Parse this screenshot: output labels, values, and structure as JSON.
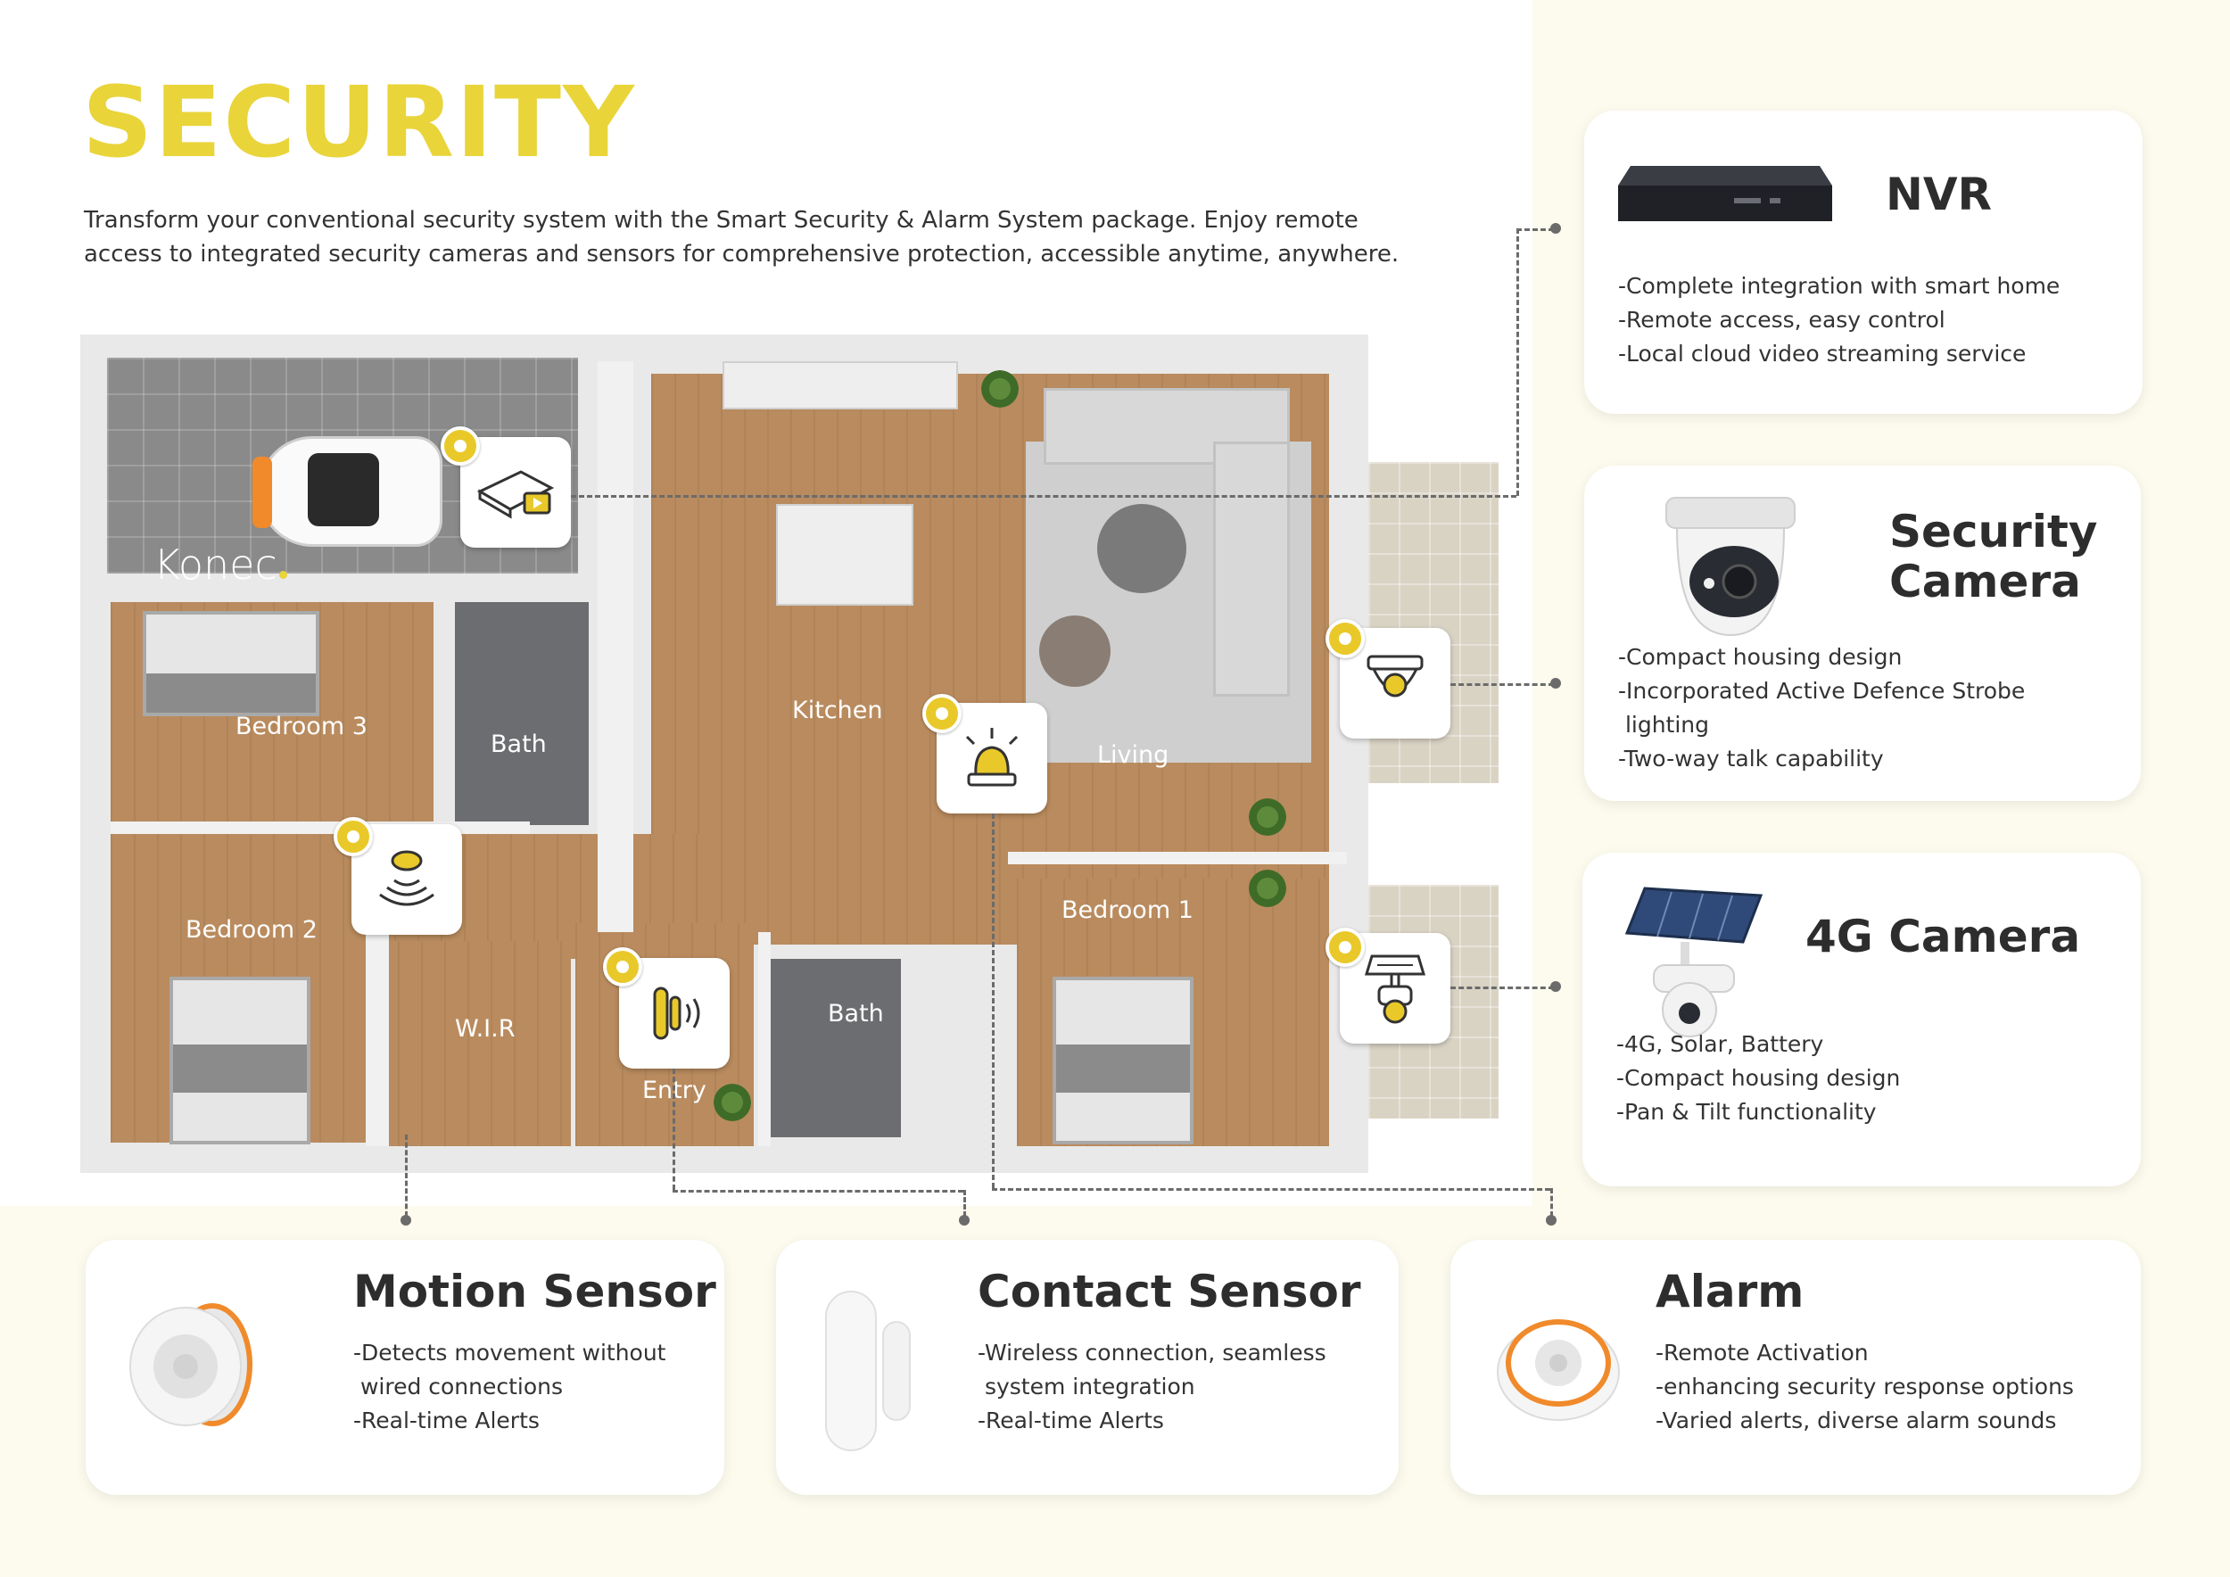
{
  "header": {
    "title": "SECURITY",
    "intro_line1": "Transform your conventional security system with the Smart Security & Alarm System package. Enjoy remote",
    "intro_line2": "access to integrated security cameras and sensors for comprehensive protection, accessible anytime, anywhere."
  },
  "floorplan": {
    "logo": "Konec",
    "rooms": {
      "bedroom3": "Bedroom 3",
      "bath_top": "Bath",
      "kitchen": "Kitchen",
      "living": "Living",
      "bedroom2": "Bedroom 2",
      "wir": "W.I.R",
      "entry": "Entry",
      "bath_bottom": "Bath",
      "bedroom1": "Bedroom 1"
    }
  },
  "cards": {
    "nvr": {
      "title": "NVR",
      "features": [
        "-Complete integration with smart home",
        "-Remote access, easy control",
        "-Local cloud video streaming service"
      ]
    },
    "security_camera": {
      "title_line1": "Security",
      "title_line2": "Camera",
      "features": [
        "-Compact housing design",
        "-Incorporated Active Defence Strobe",
        " lighting",
        "-Two-way talk capability"
      ]
    },
    "camera_4g": {
      "title": "4G Camera",
      "features": [
        "-4G, Solar, Battery",
        "-Compact housing design",
        "-Pan & Tilt functionality"
      ]
    },
    "motion_sensor": {
      "title": "Motion Sensor",
      "features": [
        "-Detects movement without",
        " wired connections",
        "-Real-time Alerts"
      ]
    },
    "contact_sensor": {
      "title": "Contact Sensor",
      "features": [
        "-Wireless connection, seamless",
        " system integration",
        "-Real-time Alerts"
      ]
    },
    "alarm": {
      "title": "Alarm",
      "features": [
        "-Remote Activation",
        "-enhancing security response options",
        "-Varied alerts, diverse alarm sounds"
      ]
    }
  },
  "colors": {
    "accent": "#e9d43a",
    "pin": "#e9c92a",
    "panel_bg": "#fcfbed",
    "text": "#2b2b2b",
    "connector": "#6b6b6b"
  }
}
